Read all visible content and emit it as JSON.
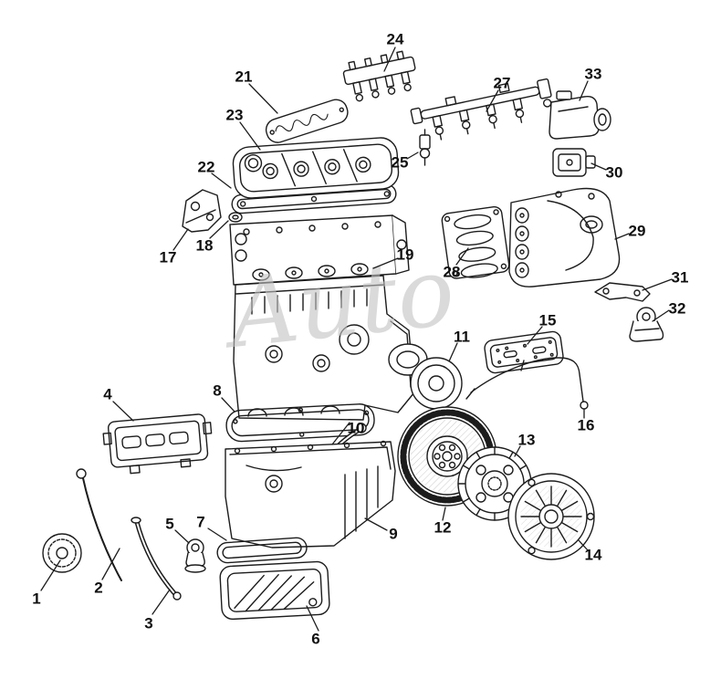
{
  "diagram": {
    "watermark": "Auto",
    "callouts": [
      {
        "label": "1"
      },
      {
        "label": "2"
      },
      {
        "label": "3"
      },
      {
        "label": "4"
      },
      {
        "label": "5"
      },
      {
        "label": "6"
      },
      {
        "label": "7"
      },
      {
        "label": "8"
      },
      {
        "label": "9"
      },
      {
        "label": "10"
      },
      {
        "label": "11"
      },
      {
        "label": "12"
      },
      {
        "label": "13"
      },
      {
        "label": "14"
      },
      {
        "label": "15"
      },
      {
        "label": "16"
      },
      {
        "label": "17"
      },
      {
        "label": "18"
      },
      {
        "label": "19"
      },
      {
        "label": "21"
      },
      {
        "label": "22"
      },
      {
        "label": "23"
      },
      {
        "label": "24"
      },
      {
        "label": "25"
      },
      {
        "label": "27"
      },
      {
        "label": "28"
      },
      {
        "label": "29"
      },
      {
        "label": "30"
      },
      {
        "label": "31"
      },
      {
        "label": "32"
      },
      {
        "label": "33"
      }
    ]
  }
}
